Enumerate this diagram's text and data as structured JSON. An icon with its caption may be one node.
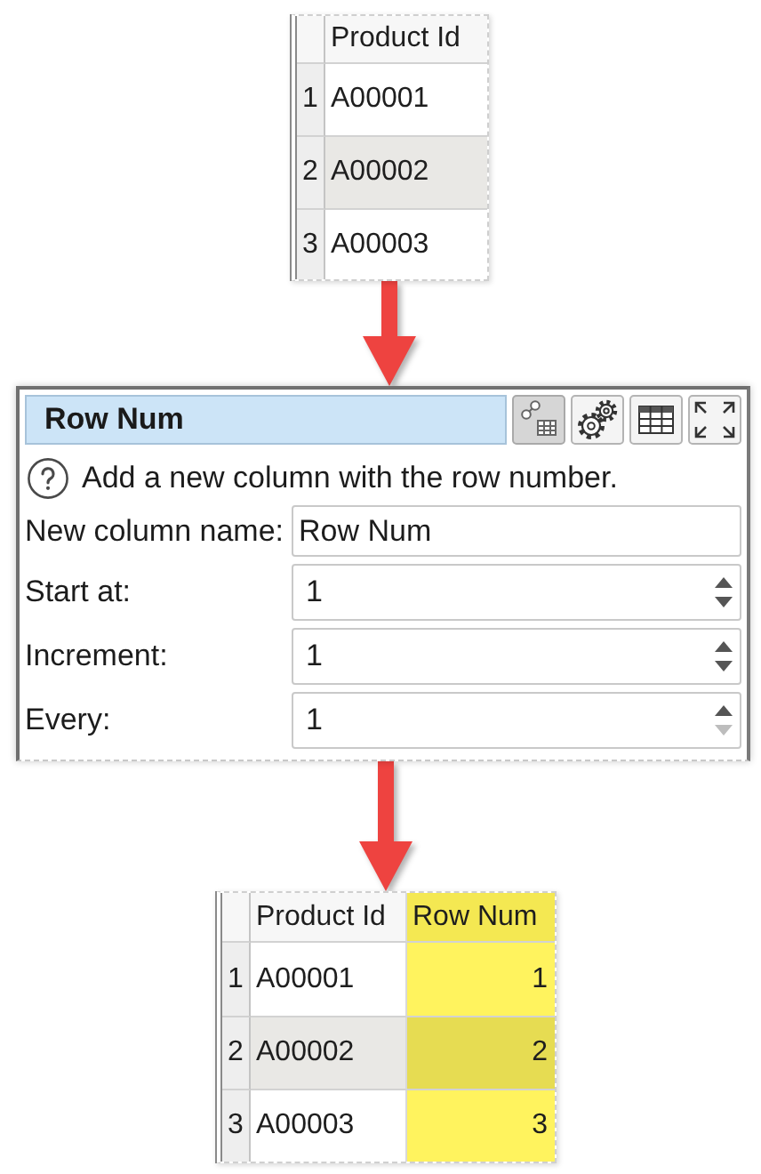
{
  "diagram": {
    "nodes": [
      {
        "text": [
          "Product Id",
          "1",
          "A00001",
          "2",
          "A00002",
          "3",
          "A00003"
        ]
      },
      {
        "text": [
          "Row Num",
          "Add a new column with the row number.",
          "New column name:",
          "Row Num",
          "Start at:",
          "1",
          "Increment:",
          "1",
          "Every:",
          "1"
        ]
      },
      {
        "text": [
          "Product Id",
          "Row Num",
          "1",
          "A00001",
          "1",
          "2",
          "A00002",
          "2",
          "3",
          "A00003",
          "3"
        ]
      }
    ],
    "edges": [
      {
        "from": 0,
        "to": 1,
        "arrow": "to"
      },
      {
        "from": 1,
        "to": 2,
        "arrow": "to"
      }
    ]
  }
}
